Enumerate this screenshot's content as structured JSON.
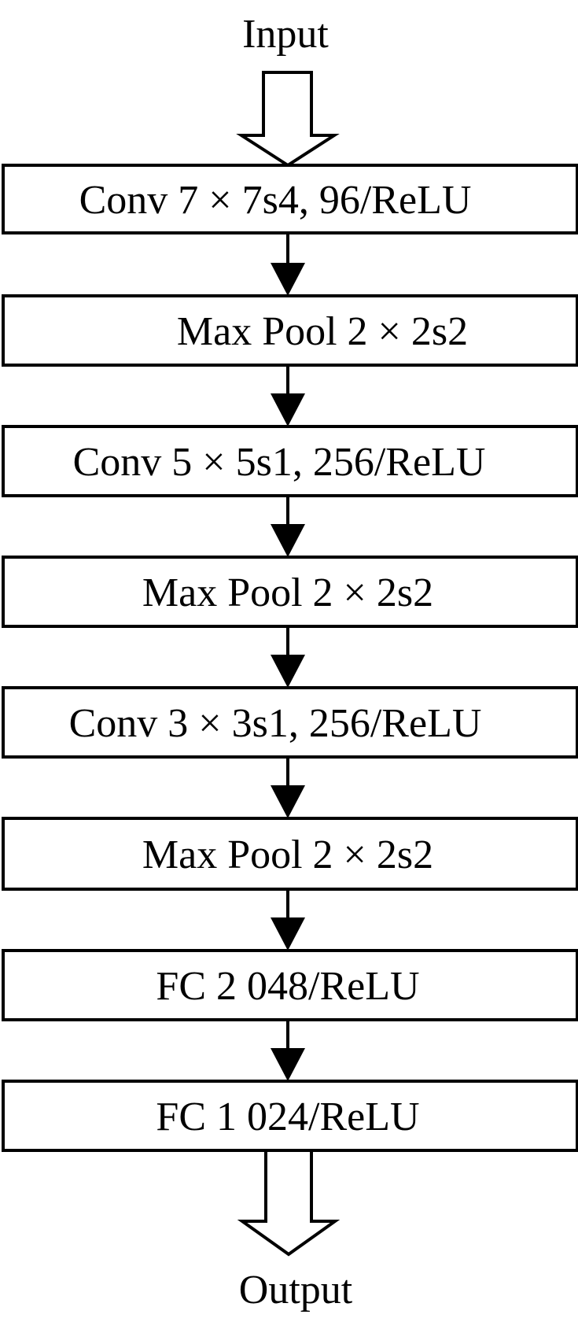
{
  "input_label": "Input",
  "output_label": "Output",
  "layers": [
    {
      "label": "Conv 7 × 7s4, 96/ReLU"
    },
    {
      "label": "Max Pool 2 × 2s2"
    },
    {
      "label": "Conv 5 × 5s1, 256/ReLU"
    },
    {
      "label": "Max Pool 2 × 2s2"
    },
    {
      "label": "Conv 3 × 3s1, 256/ReLU"
    },
    {
      "label": "Max Pool 2 × 2s2"
    },
    {
      "label": "FC 2 048/ReLU"
    },
    {
      "label": "FC 1 024/ReLU"
    }
  ]
}
